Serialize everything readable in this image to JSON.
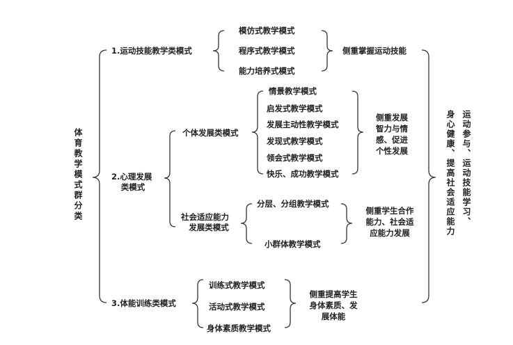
{
  "root": {
    "label": "体育教学模式群分类"
  },
  "categories": {
    "motor": {
      "label": "1.运动技能教学类模式",
      "items": [
        "模仿式教学模式",
        "程序式教学模式",
        "能力培养式模式"
      ],
      "focus": "侧重掌握运动技能"
    },
    "psych": {
      "label_line1": "2.心理发展",
      "label_line2": "类模式",
      "individual": {
        "label": "个体发展类模式",
        "items": [
          "情景教学模式",
          "启发式教学模式",
          "发展主动性教学模式",
          "发现式教学模式",
          "领会式教学模式",
          "快乐、成功教学模式"
        ],
        "focus_line1": "侧重发展",
        "focus_line2": "智力与情",
        "focus_line3": "感、促进",
        "focus_line4": "个性发展"
      },
      "social": {
        "label_line1": "社会适应能力",
        "label_line2": "发展类模式",
        "items": [
          "分层、分组教学模式",
          "小群体教学模式"
        ],
        "focus_line1": "侧重学生合作",
        "focus_line2": "能力、社会适",
        "focus_line3": "应能力发展"
      }
    },
    "fitness": {
      "label": "3.体能训练类模式",
      "items": [
        "训练式教学模式",
        "活动式教学模式",
        "身体素质教学模式"
      ],
      "focus_line1": "侧重提高学生",
      "focus_line2": "身体素质、发",
      "focus_line3": "展体能"
    }
  },
  "summary": {
    "col1": "运动参与、运动技能学习、",
    "col2": "身心健康、提高社会适应能力"
  }
}
